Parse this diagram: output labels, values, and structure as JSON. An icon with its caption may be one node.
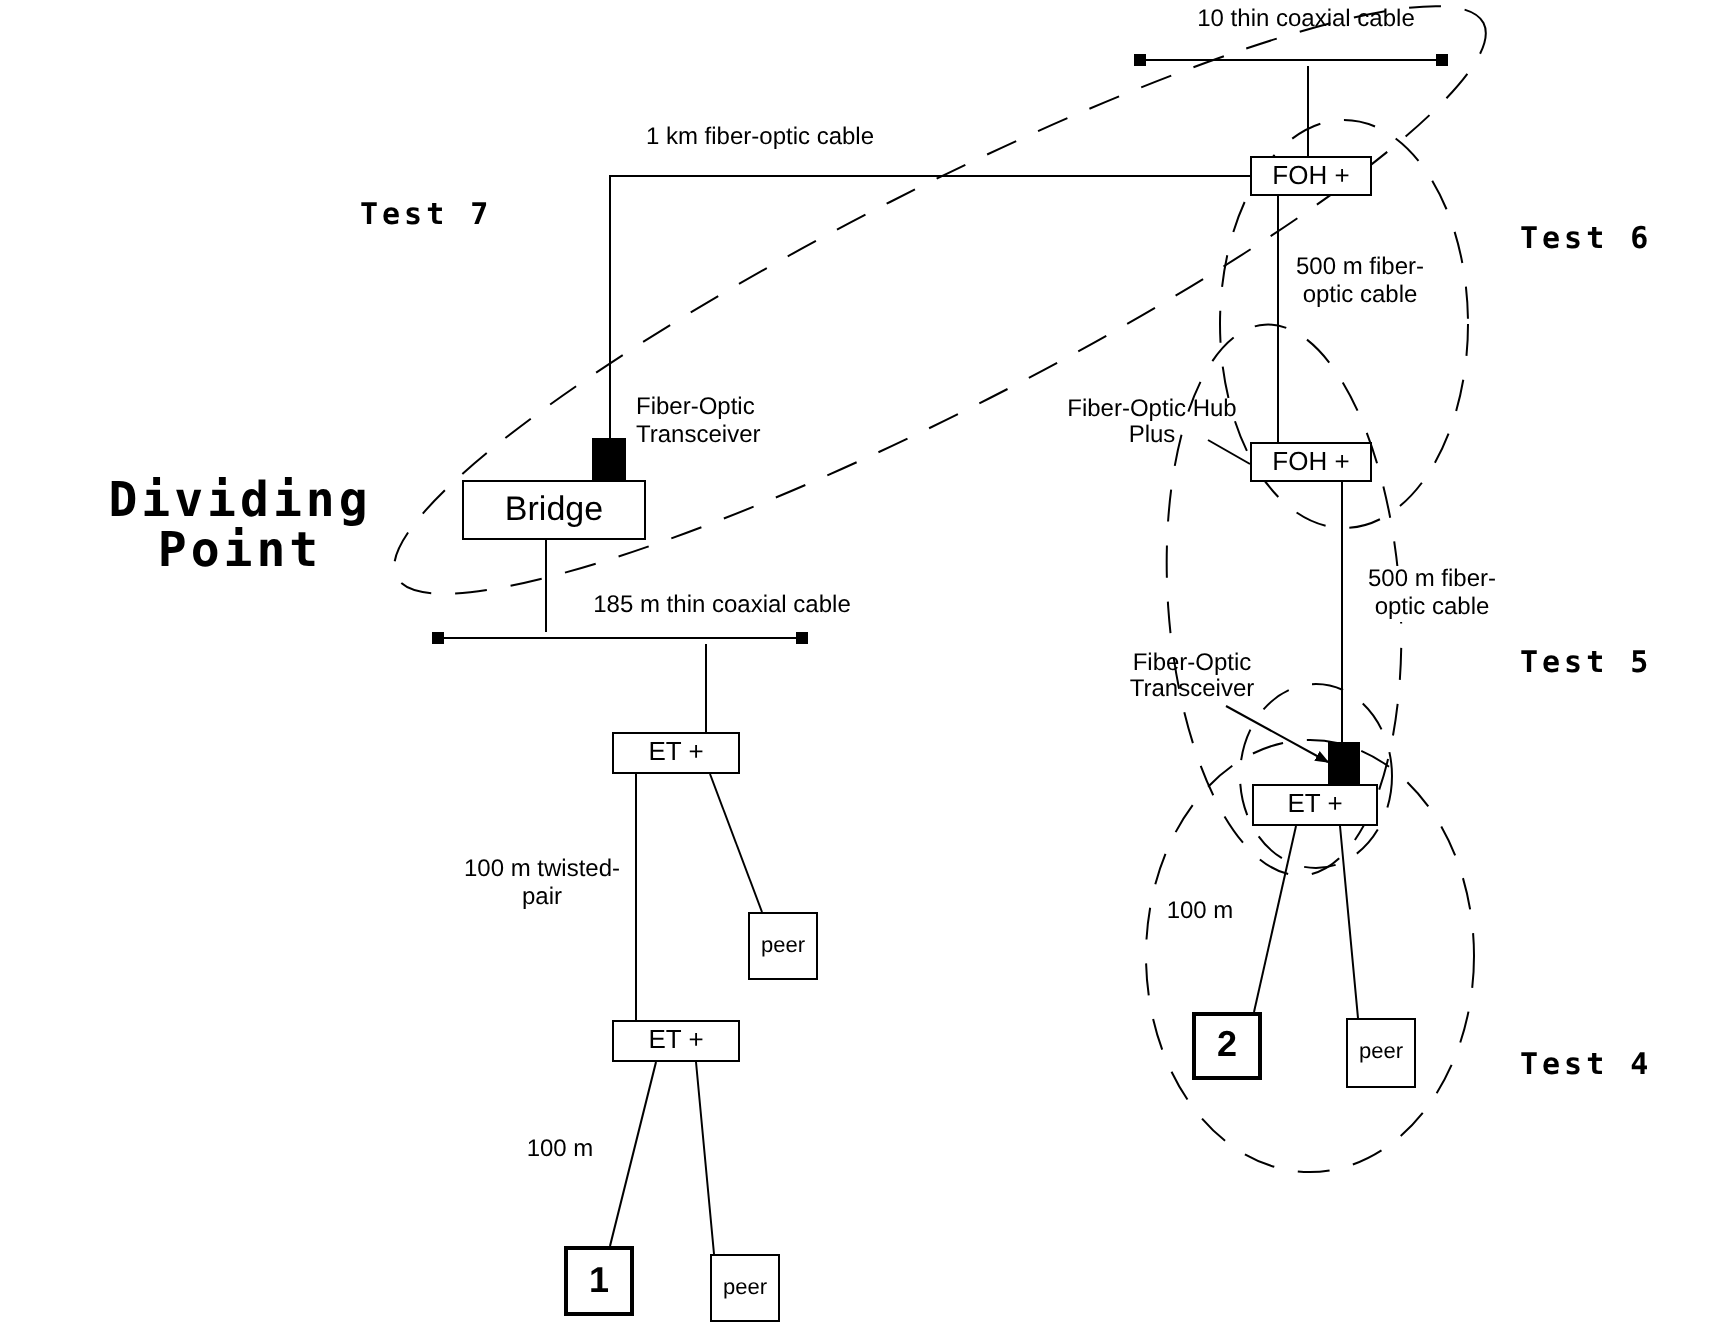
{
  "diagram": {
    "nodes": [
      {
        "text": [],
        "shape": "bar",
        "beside": [
          "10 thin coaxial cable"
        ]
      },
      {
        "text": [
          "FOH +"
        ]
      },
      {
        "text": [
          "FOH +"
        ]
      },
      {
        "text": [],
        "shape": "box",
        "beside": [
          "Fiber-Optic Transceiver"
        ]
      },
      {
        "text": [
          "Bridge"
        ]
      },
      {
        "text": [],
        "shape": "bar",
        "beside": [
          "185 m thin coaxial cable"
        ]
      },
      {
        "text": [
          "ET +"
        ]
      },
      {
        "text": [
          "peer"
        ]
      },
      {
        "text": [
          "ET +"
        ]
      },
      {
        "text": [
          "1"
        ]
      },
      {
        "text": [
          "peer"
        ]
      },
      {
        "text": [],
        "shape": "box"
      },
      {
        "text": [
          "ET +"
        ]
      },
      {
        "text": [
          "2"
        ]
      },
      {
        "text": [
          "peer"
        ]
      },
      {
        "text": [
          "Fiber-Optic Transceiver"
        ]
      },
      {
        "text": [
          "Fiber-Optic Hub Plus"
        ]
      }
    ],
    "edges": [
      {
        "from": 0,
        "to": 1,
        "arrow": "none"
      },
      {
        "from": 1,
        "to": 3,
        "arrow": "none",
        "label": "1 km fiber-optic cable"
      },
      {
        "from": 1,
        "to": 2,
        "arrow": "none",
        "label": "500 m fiber-optic cable"
      },
      {
        "from": 2,
        "to": 11,
        "arrow": "none",
        "label": "500 m fiber-optic cable"
      },
      {
        "from": 4,
        "to": 5,
        "arrow": "none"
      },
      {
        "from": 5,
        "to": 6,
        "arrow": "none"
      },
      {
        "from": 6,
        "to": 7,
        "arrow": "none"
      },
      {
        "from": 6,
        "to": 8,
        "arrow": "none",
        "label": "100 m twisted-pair"
      },
      {
        "from": 8,
        "to": 9,
        "arrow": "none",
        "label": "100 m"
      },
      {
        "from": 8,
        "to": 10,
        "arrow": "none"
      },
      {
        "from": 12,
        "to": 13,
        "arrow": "none",
        "label": "100 m"
      },
      {
        "from": 12,
        "to": 14,
        "arrow": "none"
      },
      {
        "from": 15,
        "to": 11,
        "arrow": "to"
      },
      {
        "from": 16,
        "to": 2,
        "arrow": "none"
      }
    ],
    "labels": [
      "Test 7",
      "Test 6",
      "Dividing Point",
      "Test 5",
      "Test 4"
    ]
  }
}
